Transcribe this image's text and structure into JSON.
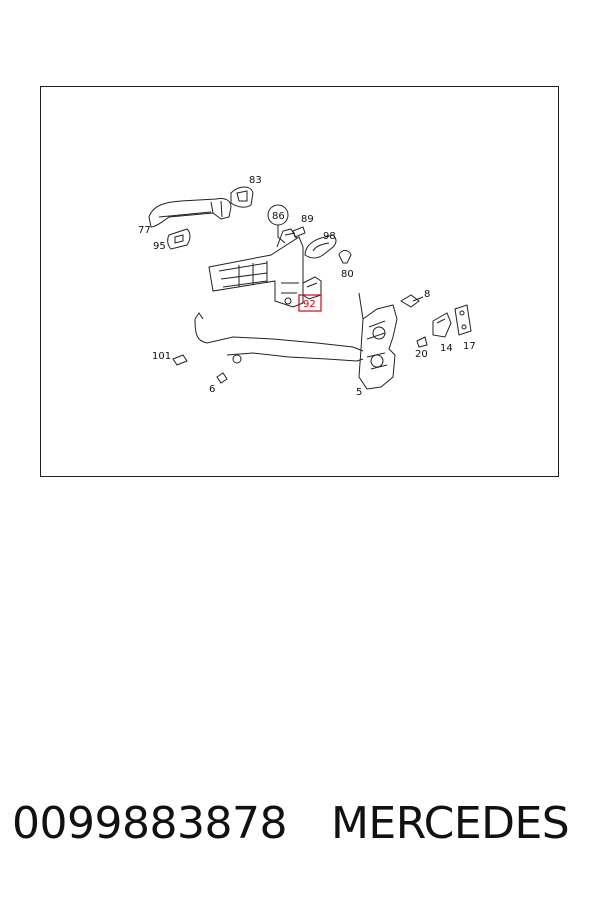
{
  "diagram": {
    "callouts": {
      "c83": "83",
      "c77": "77",
      "c95": "95",
      "c86": "86",
      "c89": "89",
      "c98": "98",
      "c80": "80",
      "c92": "92",
      "c8": "8",
      "c20": "20",
      "c14": "14",
      "c17": "17",
      "c101": "101",
      "c6": "6",
      "c5": "5"
    },
    "highlight_color": "#d0021b"
  },
  "caption": {
    "part_number": "0099883878",
    "brand": "MERCEDES"
  }
}
